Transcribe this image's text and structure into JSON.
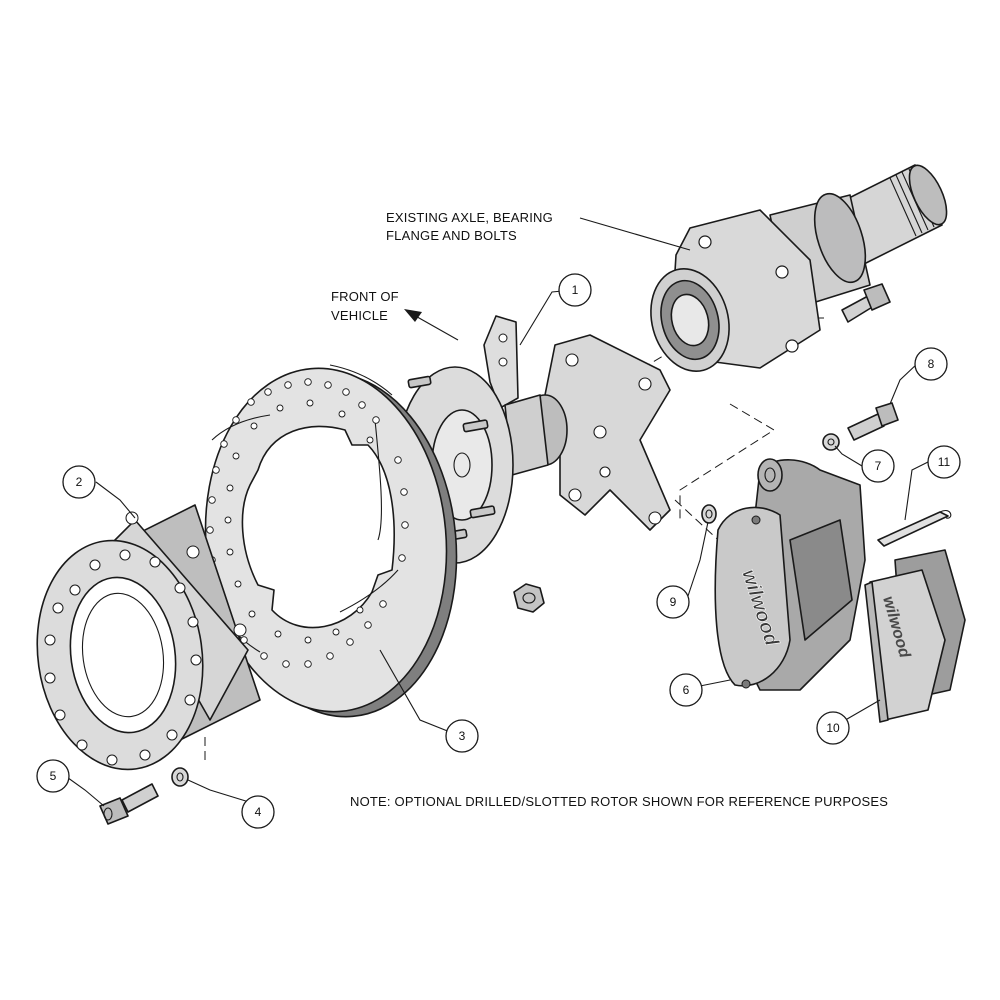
{
  "labels": {
    "axle": [
      "EXISTING AXLE, BEARING",
      "FLANGE AND BOLTS"
    ],
    "front": [
      "FRONT OF",
      "VEHICLE"
    ],
    "note": "NOTE: OPTIONAL DRILLED/SLOTTED ROTOR SHOWN FOR REFERENCE PURPOSES",
    "brand": "wilwood"
  },
  "callouts": [
    "1",
    "2",
    "3",
    "4",
    "5",
    "6",
    "7",
    "8",
    "9",
    "10",
    "11"
  ],
  "colors": {
    "line": "#1a1a1a",
    "light_gray": "#d4d4d4",
    "mid_gray": "#a8a8a8",
    "dark_gray": "#7a7a7a",
    "background": "#ffffff"
  }
}
